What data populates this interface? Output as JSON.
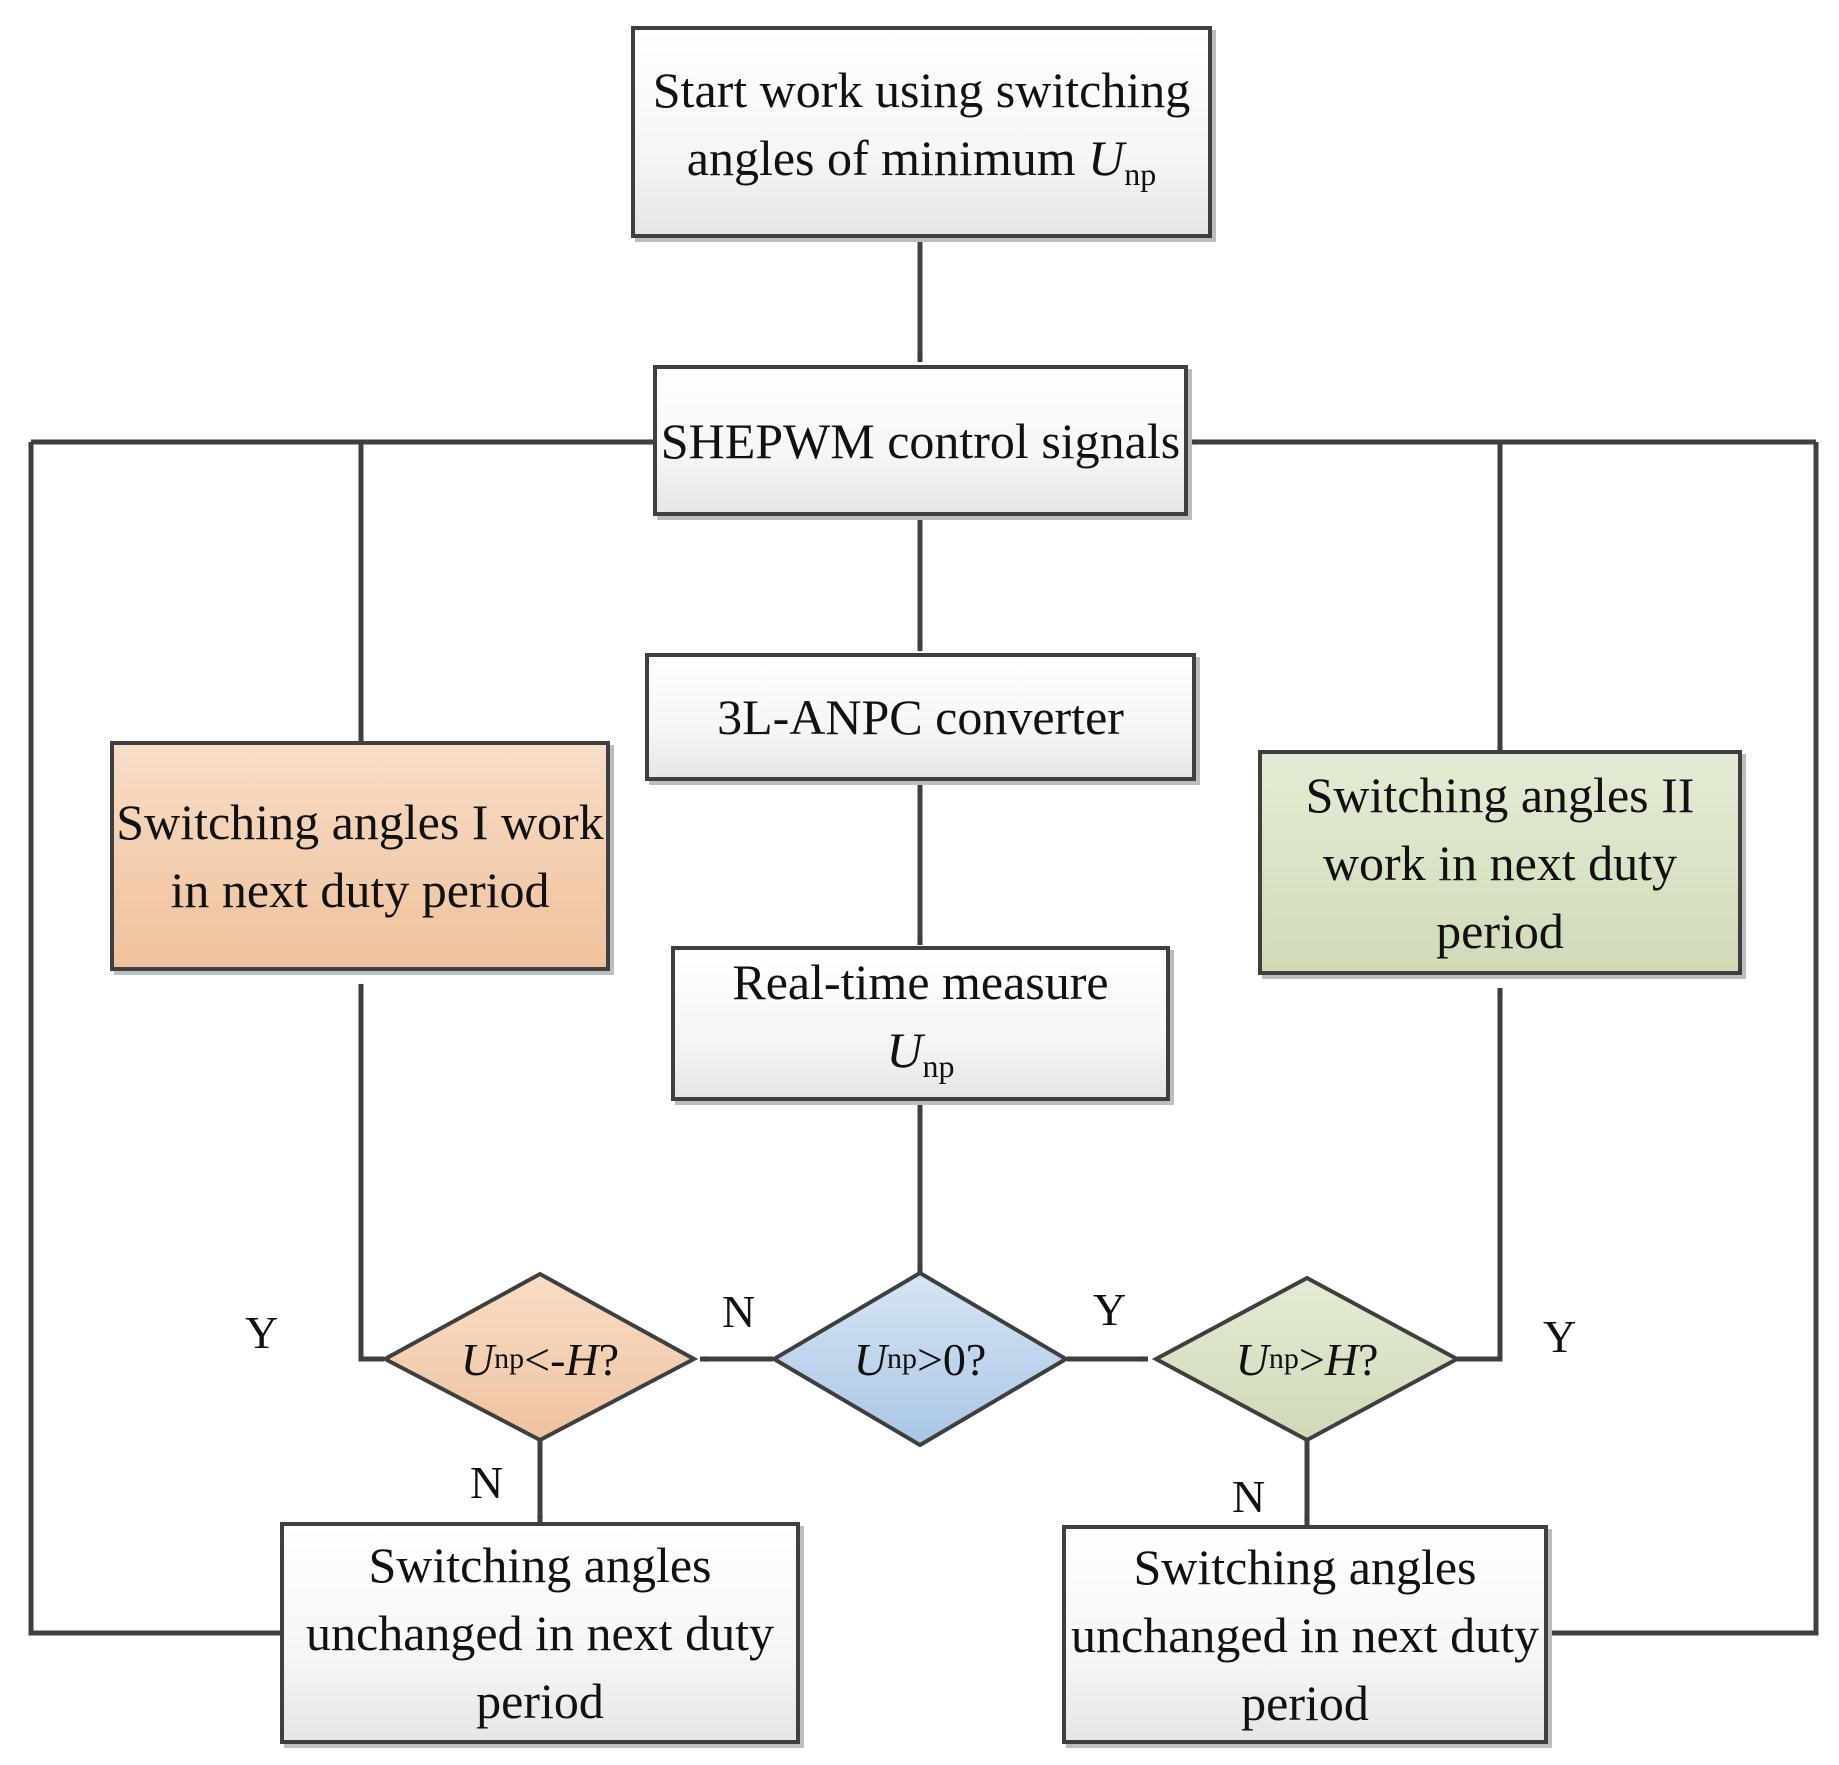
{
  "boxes": {
    "start": "Start  work using switching angles of minimum",
    "shepwm": "SHEPWM control signals",
    "converter": "3L-ANPC converter",
    "measure": "Real-time measure",
    "angles_i": "Switching angles I work in next duty period",
    "angles_ii": "Switching angles II work in next duty period",
    "unchanged_left": "Switching angles unchanged  in next duty period",
    "unchanged_right": "Switching angles unchanged  in next duty period"
  },
  "symbol": {
    "var": "U",
    "sub": "np"
  },
  "decisions": {
    "center_cond": ">0?",
    "left_cond": "<-",
    "left_tail": "?",
    "right_cond": ">",
    "right_tail": "?",
    "threshold": "H"
  },
  "branch_labels": {
    "center_no": "N",
    "center_yes": "Y",
    "left_yes": "Y",
    "left_no": "N",
    "right_yes": "Y",
    "right_no": "N"
  },
  "colors": {
    "orange_fill": "#f3cdae",
    "green_fill": "#d9e3c5",
    "blue_fill": "#bcd3ea",
    "line": "#3f3f3f"
  }
}
